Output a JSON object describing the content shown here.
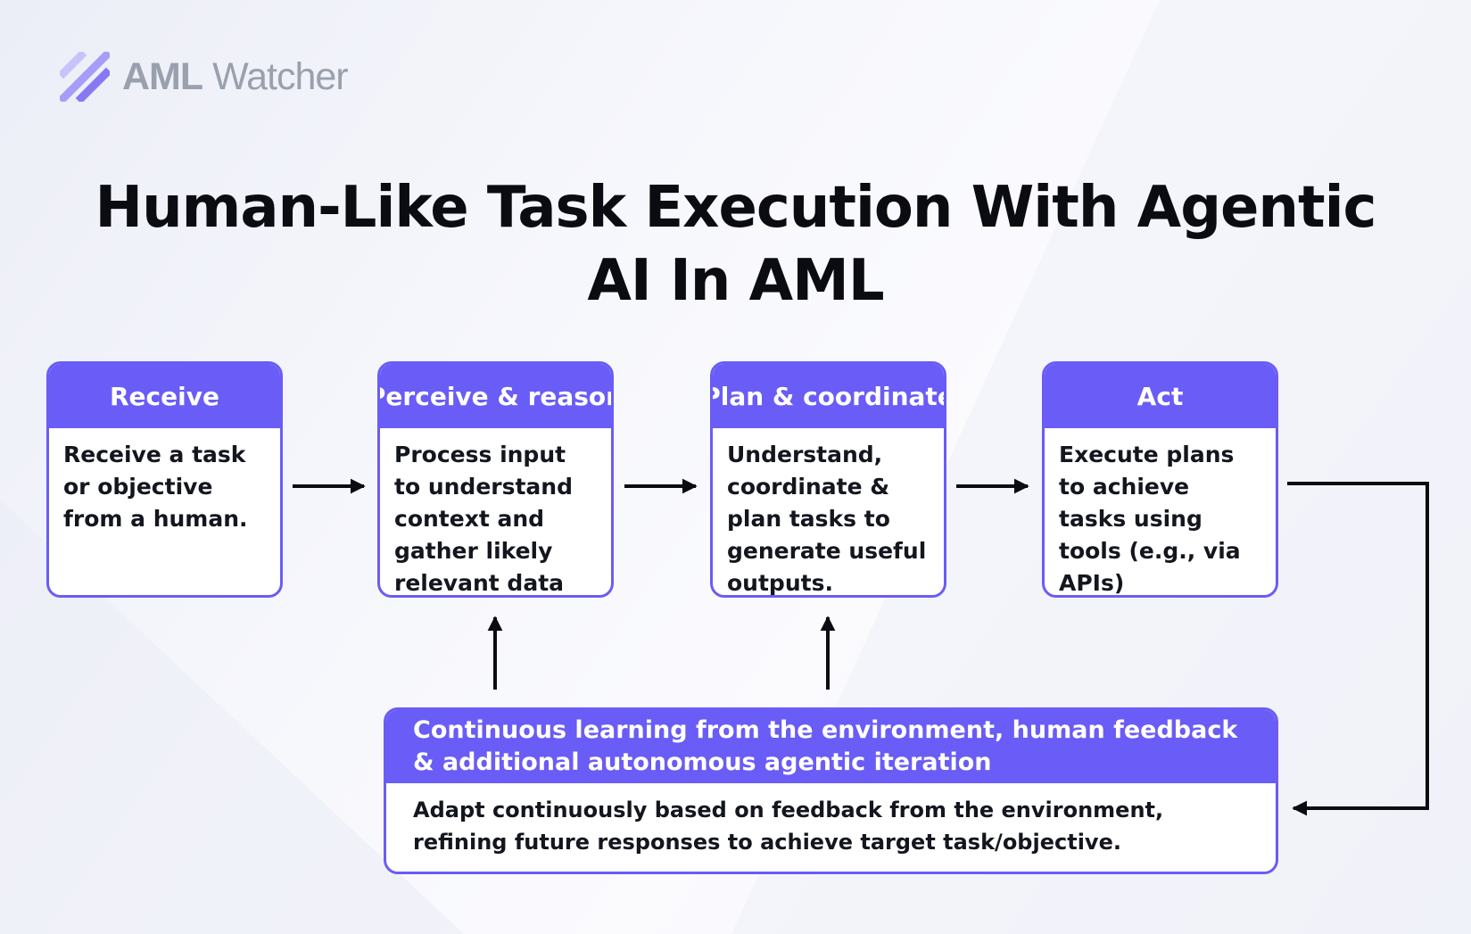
{
  "brand": {
    "name_bold": "AML",
    "name_light": " Watcher",
    "accent_color": "#6a5cf6"
  },
  "title": {
    "line1": "Human-Like Task Execution With Agentic",
    "line2": "AI In AML"
  },
  "steps": [
    {
      "heading": "Receive",
      "body": "Receive a task or objective from a human."
    },
    {
      "heading": "Perceive & reason",
      "body": "Process input to understand context and gather likely relevant data from various sources."
    },
    {
      "heading": "Plan & coordinate",
      "body": "Understand, coordinate & plan tasks to generate useful outputs."
    },
    {
      "heading": "Act",
      "body": "Execute plans to achieve tasks using tools (e.g., via APIs)"
    }
  ],
  "feedback": {
    "heading": "Continuous learning from the environment, human feedback & additional autonomous agentic iteration",
    "body": "Adapt continuously based on feedback from the environment, refining future responses to achieve target task/objective."
  },
  "icons": {
    "logo": "aml-watcher-logo-icon",
    "arrow": "arrow-right-icon"
  }
}
